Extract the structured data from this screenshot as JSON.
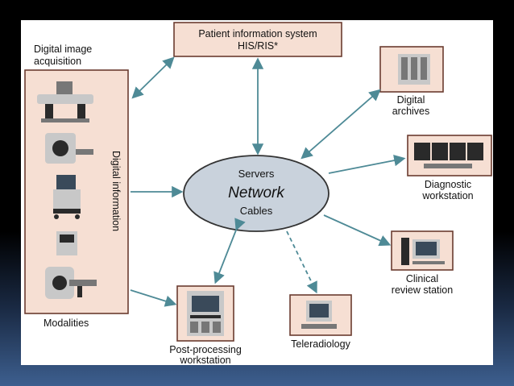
{
  "network": {
    "line1": "Servers",
    "line2": "Network",
    "line3": "Cables"
  },
  "his_ris": {
    "line1": "Patient information system",
    "line2": "HIS/RIS*"
  },
  "acquisition": {
    "line1": "Digital image",
    "line2": "acquisition",
    "vertical": "Digital information",
    "footer": "Modalities"
  },
  "archives": {
    "line1": "Digital",
    "line2": "archives"
  },
  "diagnostic": {
    "line1": "Diagnostic",
    "line2": "workstation"
  },
  "clinical": {
    "line1": "Clinical",
    "line2": "review station"
  },
  "teleradiology": {
    "label": "Teleradiology"
  },
  "postprocessing": {
    "line1": "Post-processing",
    "line2": "workstation"
  },
  "colors": {
    "box_fill": "#f6dfd3",
    "box_border": "#6a3c30",
    "arrow": "#4e8a96",
    "network_fill": "#c9d2dc"
  }
}
